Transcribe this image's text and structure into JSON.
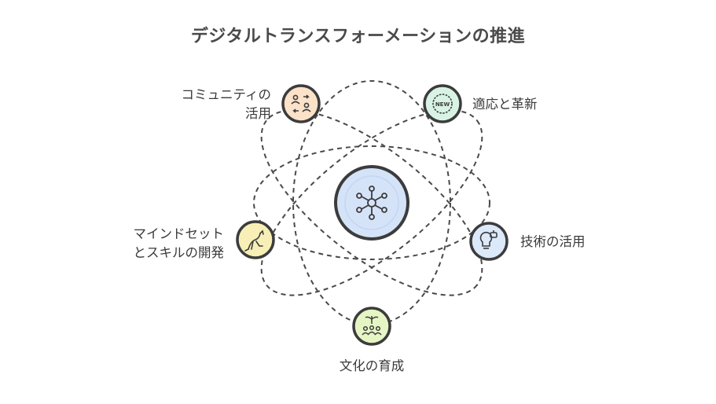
{
  "title": "デジタルトランスフォーメーションの推進",
  "center": {
    "icon": "network-hub-icon",
    "fill": "#d5e3f8"
  },
  "nodes": [
    {
      "id": "community",
      "label_lines": [
        "コミュニティの",
        "活用"
      ],
      "icon": "people-exchange-icon",
      "fill": "#fbe2c8"
    },
    {
      "id": "adapt",
      "label_lines": [
        "適応と革新"
      ],
      "icon": "new-badge-icon",
      "fill": "#d8f3e5"
    },
    {
      "id": "tech",
      "label_lines": [
        "技術の活用"
      ],
      "icon": "lightbulb-robot-icon",
      "fill": "#dbe9fb"
    },
    {
      "id": "culture",
      "label_lines": [
        "文化の育成"
      ],
      "icon": "growing-people-icon",
      "fill": "#e6f5c4"
    },
    {
      "id": "mindset",
      "label_lines": [
        "マインドセット",
        "とスキルの開発"
      ],
      "icon": "kangaroo-icon",
      "fill": "#f7efb5"
    }
  ],
  "colors": {
    "stroke": "#3c3c3c",
    "orbit": "#4a4a4a",
    "text": "#3a3a3a"
  }
}
